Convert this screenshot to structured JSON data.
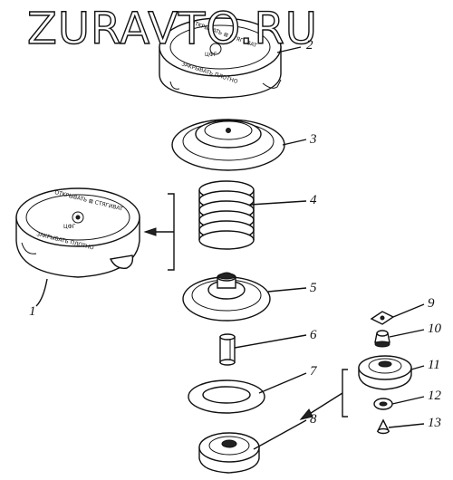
{
  "watermark": "ZURAVTO.RU",
  "callouts": {
    "n1": "1",
    "n2": "2",
    "n3": "3",
    "n4": "4",
    "n5": "5",
    "n6": "6",
    "n7": "7",
    "n8": "8",
    "n9": "9",
    "n10": "10",
    "n11": "11",
    "n12": "12",
    "n13": "13"
  },
  "cap_text": {
    "upper": "OTKPЫBATЬ ⊠ CTЯГИBAT",
    "lower": "3AKPЫBATЬ ПЛOTHO",
    "center": "ЦФГ"
  }
}
